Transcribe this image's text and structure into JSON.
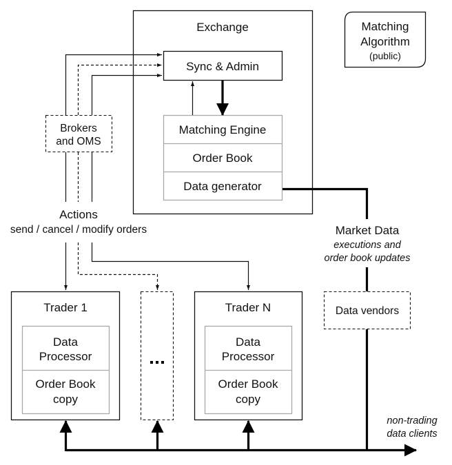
{
  "exchange": {
    "title": "Exchange",
    "sync_admin": "Sync & Admin",
    "stack": [
      "Matching Engine",
      "Order Book",
      "Data generator"
    ]
  },
  "matching_algorithm": {
    "line1": "Matching",
    "line2": "Algorithm",
    "line3": "(public)"
  },
  "brokers": {
    "line1": "Brokers",
    "line2": "and OMS"
  },
  "actions": {
    "title": "Actions",
    "subtitle": "send / cancel / modify orders"
  },
  "market_data": {
    "title": "Market Data",
    "subtitle_line1": "executions and",
    "subtitle_line2": "order book updates"
  },
  "data_vendors": "Data vendors",
  "traders": [
    {
      "title": "Trader 1",
      "processor_line1": "Data",
      "processor_line2": "Processor",
      "copy_line1": "Order Book",
      "copy_line2": "copy"
    },
    {
      "title": "Trader N",
      "processor_line1": "Data",
      "processor_line2": "Processor",
      "copy_line1": "Order Book",
      "copy_line2": "copy"
    }
  ],
  "ellipsis": "...",
  "non_trading": {
    "line1": "non-trading",
    "line2": "data clients"
  }
}
